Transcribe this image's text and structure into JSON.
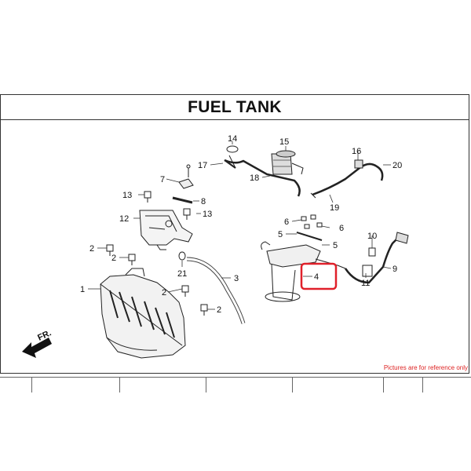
{
  "header": {
    "title": "FUEL TANK"
  },
  "footer": {
    "note": "Pictures are for reference only"
  },
  "orientation": {
    "label": "FR."
  },
  "highlight_color": "#e0202a",
  "callouts": [
    {
      "id": "c1",
      "label": "1"
    },
    {
      "id": "c2a",
      "label": "2"
    },
    {
      "id": "c2b",
      "label": "2"
    },
    {
      "id": "c2c",
      "label": "2"
    },
    {
      "id": "c2d",
      "label": "2"
    },
    {
      "id": "c3",
      "label": "3"
    },
    {
      "id": "c4",
      "label": "4"
    },
    {
      "id": "c5a",
      "label": "5"
    },
    {
      "id": "c5b",
      "label": "5"
    },
    {
      "id": "c6a",
      "label": "6"
    },
    {
      "id": "c6b",
      "label": "6"
    },
    {
      "id": "c7",
      "label": "7"
    },
    {
      "id": "c8",
      "label": "8"
    },
    {
      "id": "c9",
      "label": "9"
    },
    {
      "id": "c10",
      "label": "10"
    },
    {
      "id": "c11",
      "label": "11"
    },
    {
      "id": "c12",
      "label": "12"
    },
    {
      "id": "c13a",
      "label": "13"
    },
    {
      "id": "c13b",
      "label": "13"
    },
    {
      "id": "c14",
      "label": "14"
    },
    {
      "id": "c15",
      "label": "15"
    },
    {
      "id": "c16",
      "label": "16"
    },
    {
      "id": "c17",
      "label": "17"
    },
    {
      "id": "c18",
      "label": "18"
    },
    {
      "id": "c19",
      "label": "19"
    },
    {
      "id": "c20",
      "label": "20"
    },
    {
      "id": "c21",
      "label": "21"
    }
  ]
}
